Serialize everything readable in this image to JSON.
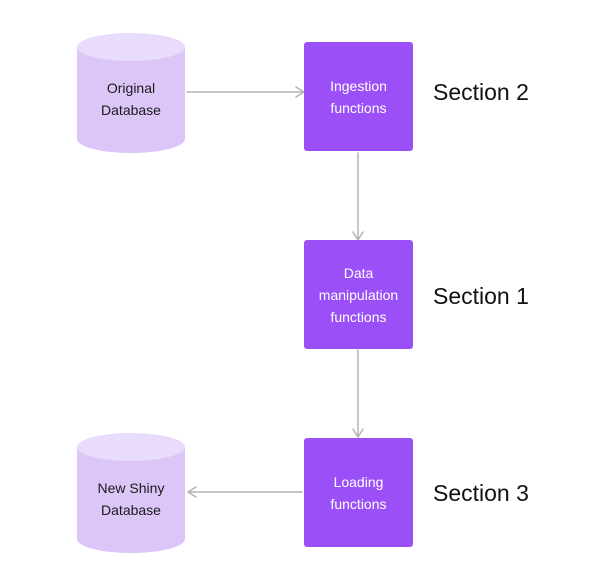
{
  "colors": {
    "process_box": "#9b50f7",
    "database_fill": "#dcc6f8",
    "database_top": "#e9dbfb",
    "connector": "#b3b3b3"
  },
  "databases": {
    "original": {
      "line1": "Original",
      "line2": "Database"
    },
    "new": {
      "line1": "New Shiny",
      "line2": "Database"
    }
  },
  "processes": {
    "ingestion": {
      "line1": "Ingestion",
      "line2": "functions"
    },
    "manipulation": {
      "line1": "Data",
      "line2": "manipulation",
      "line3": "functions"
    },
    "loading": {
      "line1": "Loading",
      "line2": "functions"
    }
  },
  "sections": {
    "ingestion": "Section 2",
    "manipulation": "Section 1",
    "loading": "Section 3"
  }
}
